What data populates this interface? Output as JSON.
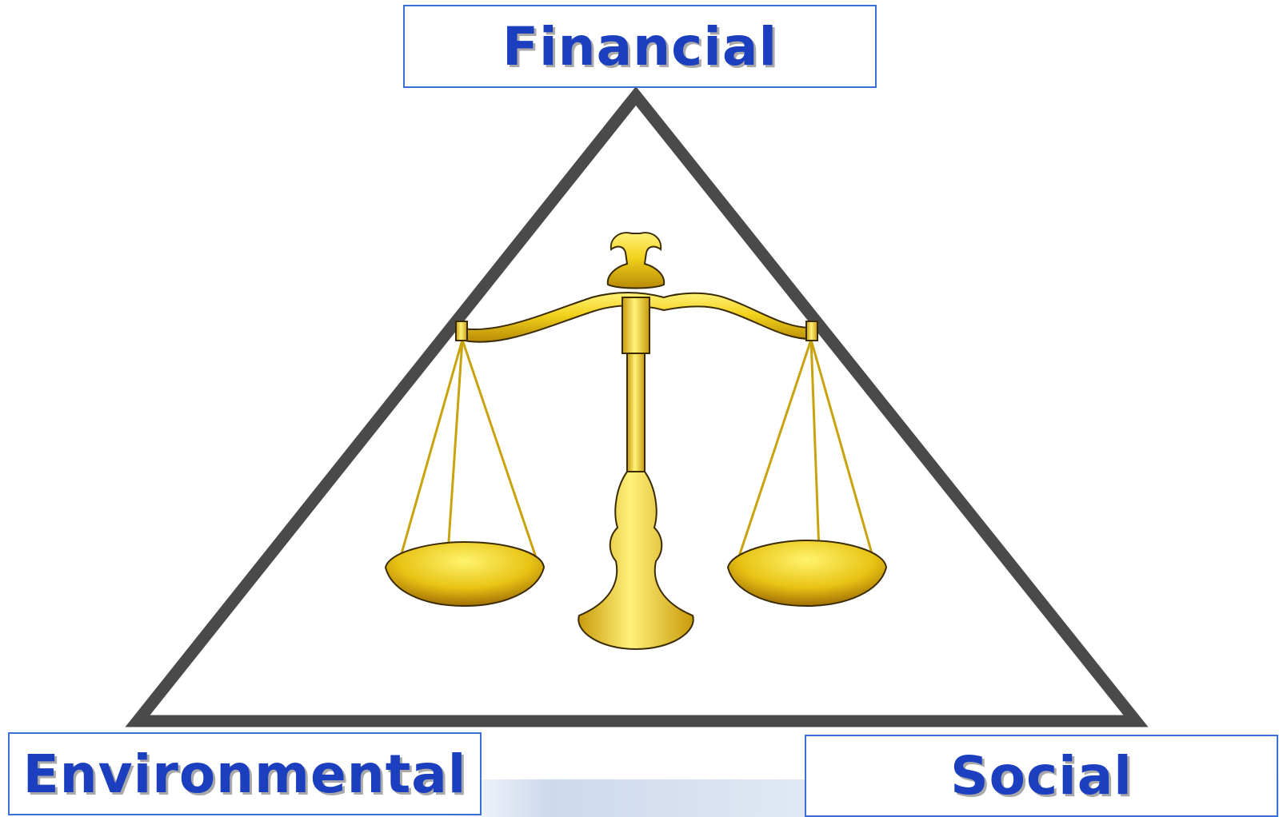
{
  "labels": {
    "top": "Financial",
    "bottom_left": "Environmental",
    "bottom_right": "Social"
  },
  "colors": {
    "label_text": "#1b3fbf",
    "label_border": "#3a6fd8",
    "triangle_stroke": "#4a4a4a",
    "scale_gold": "#f2d21c",
    "scale_dark": "#8a6a05"
  },
  "icons": {
    "center": "balance-scale-icon"
  }
}
